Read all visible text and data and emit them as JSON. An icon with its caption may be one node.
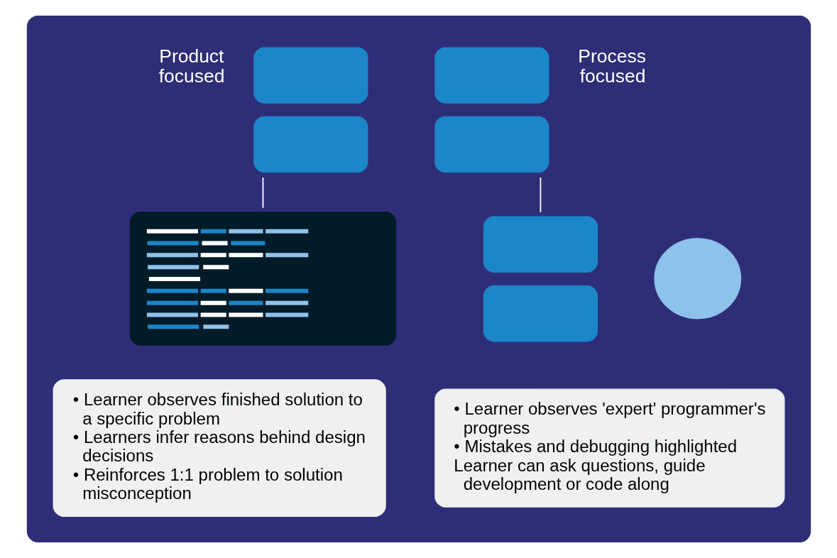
{
  "diagram": {
    "nodes": [
      {
        "text": [],
        "shape": "box"
      },
      {
        "text": [],
        "shape": "person",
        "in": 0,
        "beside": [
          "Product focused"
        ]
      },
      {
        "text": [],
        "shape": "screen",
        "in": 0
      },
      {
        "text": [
          "• Learner observes finished solution to a specific problem",
          "• Learners infer reasons behind design decisions",
          "• Reinforces 1:1 problem to solution misconception"
        ],
        "in": 0
      },
      {
        "text": [],
        "shape": "person",
        "in": 0,
        "beside": [
          "Process focused"
        ]
      },
      {
        "text": [],
        "shape": "person",
        "in": 0
      },
      {
        "text": [],
        "shape": "bubble",
        "in": 0
      },
      {
        "text": [
          "• Learner observes 'expert' programmer's progress",
          "• Mistakes and debugging highlighted",
          "Learner can ask questions, guide development or code along"
        ],
        "in": 0
      }
    ],
    "edges": [
      {
        "from": 1,
        "to": 2,
        "arrow": "none"
      },
      {
        "from": 4,
        "to": 5,
        "arrow": "none"
      }
    ]
  }
}
